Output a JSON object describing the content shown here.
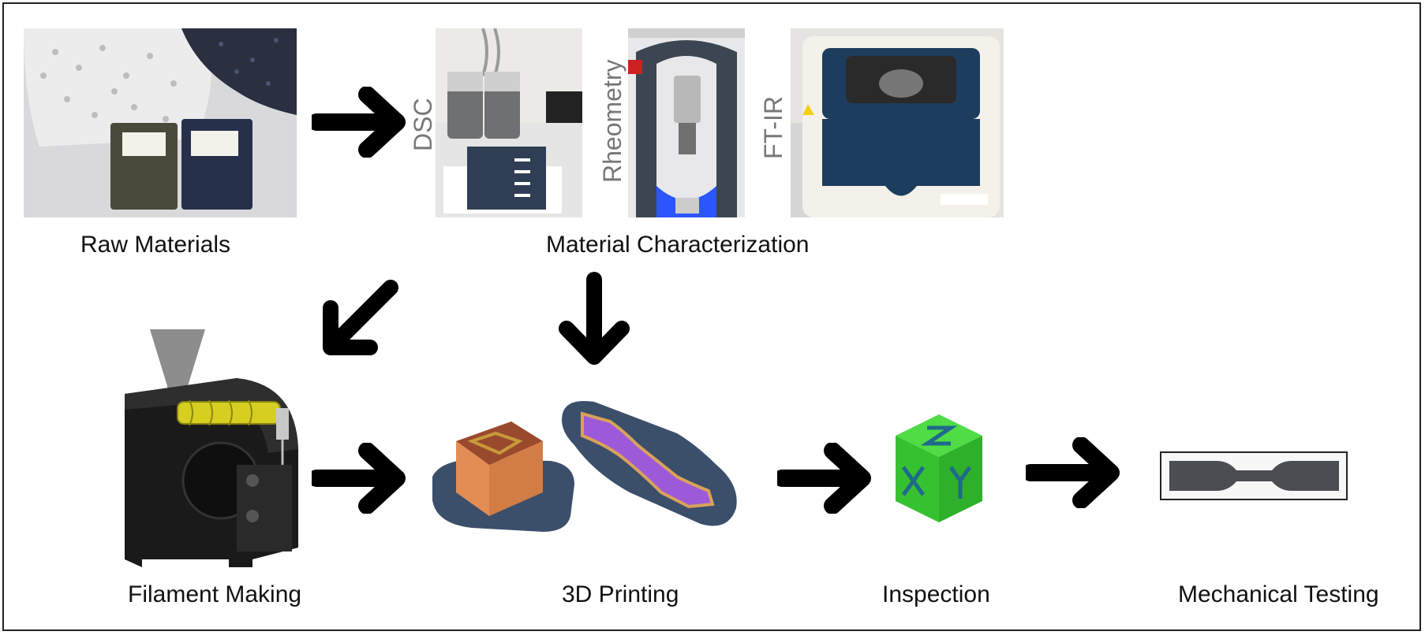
{
  "stages": {
    "raw_materials": "Raw Materials",
    "material_characterization": "Material Characterization",
    "filament_making": "Filament Making",
    "printing_3d": "3D Printing",
    "inspection": "Inspection",
    "mechanical_testing": "Mechanical Testing"
  },
  "instruments": {
    "dsc": "DSC",
    "rheometry": "Rheometry",
    "ftir": "FT-IR"
  },
  "colors": {
    "arrow": "#000000",
    "frame": "#222222",
    "filament_screw": "#d6cf22",
    "print_bed": "#3b4f6b",
    "inspection_cube": "#3fcf3a",
    "ftir_body": "#1d3d5e",
    "rheometer_glow": "#2a55ff"
  },
  "icons": [
    "arrow-right-icon",
    "arrow-down-left-icon",
    "arrow-down-icon"
  ]
}
